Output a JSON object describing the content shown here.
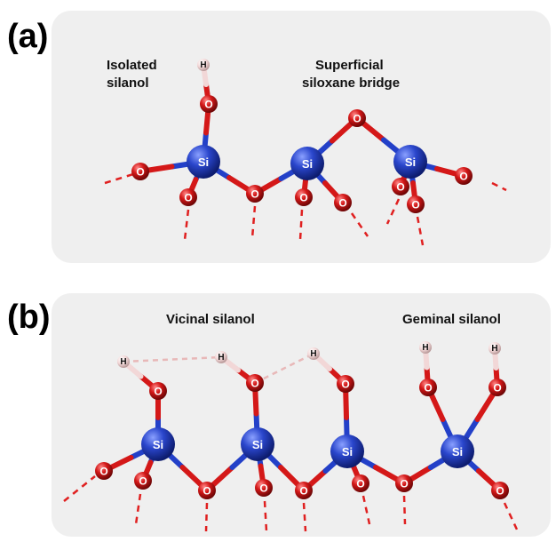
{
  "panels": [
    {
      "label": "(a)",
      "captions": [
        {
          "lines": [
            "Isolated",
            "silanol"
          ]
        },
        {
          "lines": [
            "Superficial",
            "siloxane bridge"
          ]
        }
      ]
    },
    {
      "label": "(b)",
      "captions": [
        {
          "lines": [
            "Vicinal silanol"
          ]
        },
        {
          "lines": [
            "Geminal silanol"
          ]
        }
      ]
    }
  ],
  "atom_symbols": {
    "silicon": "Si",
    "oxygen": "O",
    "hydrogen": "H"
  },
  "colors": {
    "panel_background": "#efefef",
    "silicon": "#2340c8",
    "oxygen": "#d41818",
    "hydrogen": "#f2d7d7",
    "dangling_bond": "#e02020",
    "hydrogen_bond": "#e8b8b8"
  }
}
